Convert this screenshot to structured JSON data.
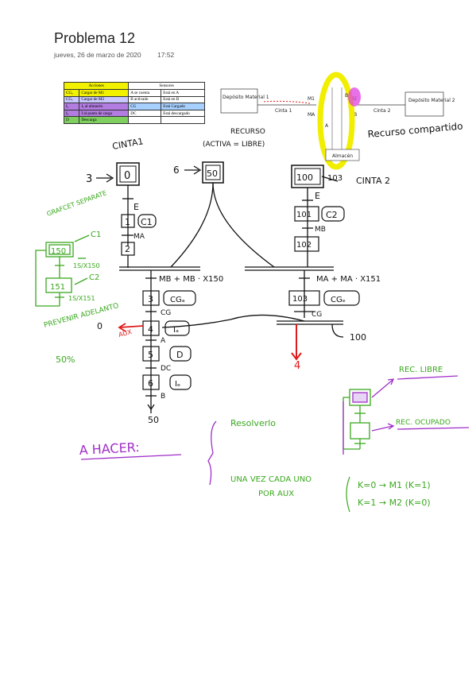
{
  "header": {
    "title": "Problema 12",
    "date": "jueves, 26 de marzo de 2020",
    "time": "17:52"
  },
  "table": {
    "headers": [
      "Acciones",
      "Sensores"
    ],
    "rows": [
      [
        "CGₐ",
        "Cargar de M1",
        "A se cuenta",
        "Está en A"
      ],
      [
        "CGₑ",
        "Cargar de M2",
        "B activado",
        "Está en B"
      ],
      [
        "Iₐ",
        "Iₐ al almacén",
        "CG",
        "Está Cargado"
      ],
      [
        "Iₑ",
        "I al punto de carga",
        "DC",
        "Está descargado"
      ],
      [
        "D",
        "Descarga",
        "",
        ""
      ]
    ],
    "highlight_colors": [
      "#f2f200",
      "#c8c8ff",
      "#b27ce0",
      "#a8d0ff",
      "#7fcf5f"
    ]
  },
  "plant": {
    "deposit1": "Depósito Material 1",
    "deposit2": "Depósito Material 2",
    "belt1": "Cinta 1",
    "belt2": "Cinta 2",
    "m1": "M1",
    "m2": "M2",
    "ma": "MA",
    "mb": "MB",
    "store": "Almacén",
    "a": "A",
    "b": "B"
  },
  "annotations": {
    "cinta1": "CINTA1",
    "recurso": "RECURSO",
    "activa": "(ACTIVA = LIBRE)",
    "recurso_compartido": "Recurso compartido",
    "cinta2": "CINTA 2",
    "grafcet_separate": "GRAFCET SEPARATE",
    "prevent": "PREVENIR ADELANTO",
    "percent": "50%",
    "a_hacer": "A HACER:",
    "resolverlo": "Resolverlo",
    "una_vez": "UNA VEZ CADA UNO",
    "por_aux": "POR AUX",
    "k0": "K=0 → M1 (K=1)",
    "k1": "K=1 → M2 (K=0)",
    "rec_libre": "REC. LIBRE",
    "rec_ocupado": "REC. OCUPADO"
  },
  "grafcet": {
    "s0": "0",
    "s3in": "3",
    "s1": "1",
    "c1": "C1",
    "s2": "2",
    "s50": "50",
    "s6in": "6",
    "s100": "100",
    "s103": "103",
    "s101": "101",
    "c2": "C2",
    "s102": "102",
    "s150": "150",
    "s151": "151",
    "gc1": "C1",
    "gc2": "C2",
    "t_e": "E",
    "t_ma": "MA",
    "t_mb": "MB",
    "t_e2": "E",
    "t_15": "1S/X150",
    "t_151": "1S/X151",
    "t_join_l": "MB + MB · X150",
    "t_join_r": "MA + MA · X151",
    "s3": "3",
    "cga": "CGₐ",
    "t_cg": "CG",
    "s4": "4",
    "ia": "Iₐ",
    "t_a": "A",
    "s5": "5",
    "d": "D",
    "t_dc": "DC",
    "s6": "6",
    "ib": "Iₑ",
    "t_b": "B",
    "out50": "50",
    "s103b": "103",
    "cgb": "CGₑ",
    "t_cg2": "CG",
    "out100": "100",
    "out0": "0",
    "aux": "AUX",
    "four": "4"
  },
  "colors": {
    "ink": "#111111",
    "green": "#3aa81e",
    "purple": "#a030c8",
    "red": "#e01a1a",
    "yellow": "#f2ee00",
    "magenta": "#e040e0"
  }
}
